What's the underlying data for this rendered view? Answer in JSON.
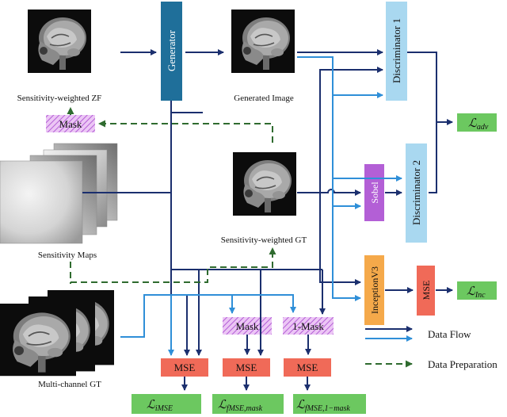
{
  "images": {
    "sensitivity_weighted_zf": "Sensitivity-weighted ZF",
    "generated_image": "Generated Image",
    "sensitivity_weighted_gt": "Sensitivity-weighted GT",
    "sensitivity_maps": "Sensitivity Maps",
    "multi_channel_gt": "Multi-channel GT"
  },
  "blocks": {
    "generator": "Generator",
    "discriminator_1": "Discriminator 1",
    "discriminator_2": "Discriminator 2",
    "sobel": "Sobel",
    "inception": "InceptionV3",
    "mse_inc": "MSE",
    "mse_1": "MSE",
    "mse_2": "MSE",
    "mse_3": "MSE",
    "mask_top": "Mask",
    "mask_mid": "Mask",
    "mask_inv": "1-Mask"
  },
  "losses": {
    "symbol": "ℒ",
    "adv": "adv",
    "inc": "Inc",
    "imse": "iMSE",
    "fmse_mask": "fMSE,mask",
    "fmse_inv": "fMSE,1−mask"
  },
  "legend": {
    "data_flow": "Data Flow",
    "data_preparation": "Data Preparation"
  },
  "colors": {
    "dark_arrow": "#1b2f6e",
    "light_arrow": "#2f8fd8",
    "prep_arrow": "#2f6b2f",
    "generator": "#1f6f9a",
    "discriminator": "#a9d8f0",
    "sobel": "#b35fd6",
    "inception": "#f5a94a",
    "mse": "#f06a58",
    "mask": "#dda8ee",
    "loss": "#6cc860"
  }
}
